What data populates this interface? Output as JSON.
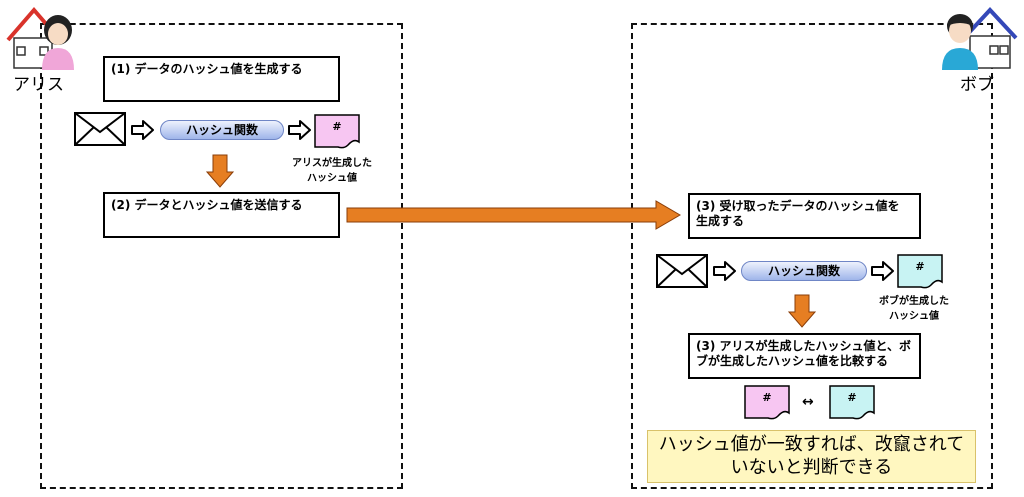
{
  "people": {
    "alice": {
      "name": "アリス"
    },
    "bob": {
      "name": "ボブ"
    }
  },
  "alice_panel": {
    "step1": "(1) データのハッシュ値を生成する",
    "hash_function": "ハッシュ関数",
    "hash_symbol": "#",
    "hash_caption_line1": "アリスが生成した",
    "hash_caption_line2": "ハッシュ値",
    "step2": "(2) データとハッシュ値を送信する"
  },
  "bob_panel": {
    "step3a_line1": "(3) 受け取ったデータのハッシュ値を",
    "step3a_line2": "生成する",
    "hash_function": "ハッシュ関数",
    "hash_symbol": "#",
    "hash_caption_line1": "ボブが生成した",
    "hash_caption_line2": "ハッシュ値",
    "step3b_line1": "(3) アリスが生成したハッシュ値と、ボ",
    "step3b_line2": "ブが生成したハッシュ値を比較する",
    "compare_symbol": "↔",
    "result_line1": "ハッシュ値が一致すれば、改竄されて",
    "result_line2": "いないと判断できる"
  },
  "colors": {
    "alice_hash": "#f7c6f2",
    "bob_hash": "#c8f3f3",
    "arrow_orange": "#e67e22",
    "alice_roof": "#d9332b",
    "bob_roof": "#3448b8",
    "result_bg": "#fff7c0"
  },
  "icons": [
    "house-icon",
    "person-icon",
    "envelope-icon",
    "outline-arrow-icon",
    "hash-document-icon",
    "down-arrow-icon",
    "transfer-arrow-icon"
  ]
}
